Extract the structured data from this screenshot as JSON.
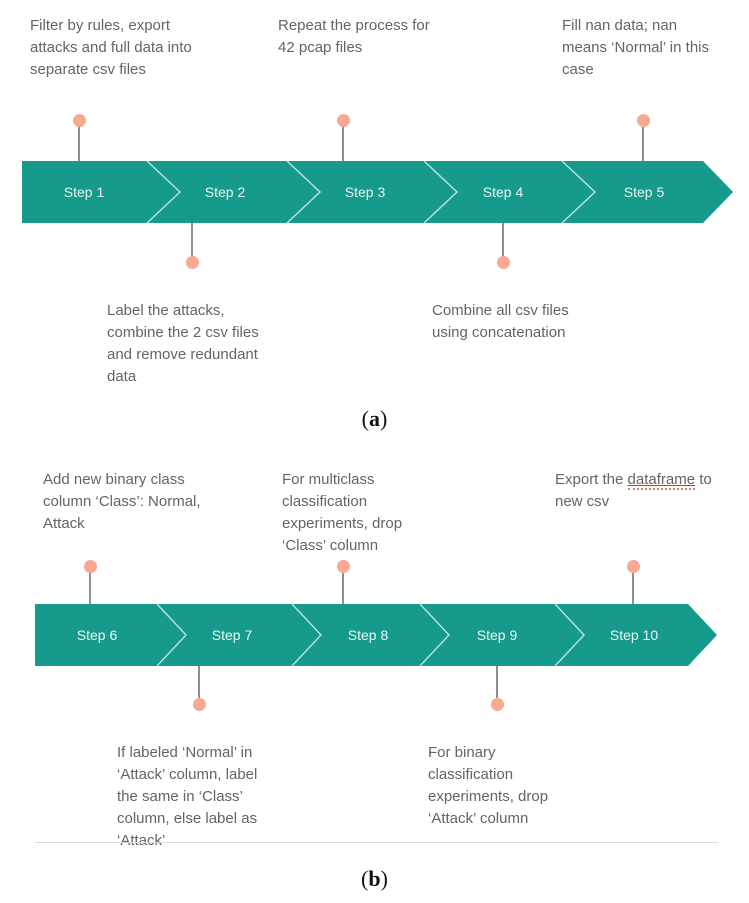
{
  "colors": {
    "arrow": "#169a8c",
    "dot": "#f7a992",
    "stem": "#8f8f8f",
    "note_text": "#646464",
    "step_text": "#e9f6f3",
    "divider": "#dcdcdc",
    "caption": "#141414",
    "misspell": "#e8776a"
  },
  "diagram_a": {
    "steps": [
      {
        "label": "Step 1",
        "note": "Filter by rules, export attacks and full data into separate csv files",
        "note_position": "above"
      },
      {
        "label": "Step 2",
        "note": "Label the attacks, combine the 2 csv files and remove redundant data",
        "note_position": "below"
      },
      {
        "label": "Step 3",
        "note": "Repeat the process for 42 pcap files",
        "note_position": "above"
      },
      {
        "label": "Step 4",
        "note": "Combine all csv files using concatenation",
        "note_position": "below"
      },
      {
        "label": "Step 5",
        "note": "Fill nan data; nan means ‘Normal’ in this case",
        "note_position": "above"
      }
    ]
  },
  "diagram_b": {
    "steps": [
      {
        "label": "Step 6",
        "note": "Add new binary class column ‘Class’: Normal, Attack",
        "note_position": "above"
      },
      {
        "label": "Step 7",
        "note": "If labeled ‘Normal’ in ‘Attack’ column, label the same in ‘Class’ column, else label as ‘Attack’",
        "note_position": "below"
      },
      {
        "label": "Step 8",
        "note": "For multiclass classification experiments, drop ‘Class’ column",
        "note_position": "above"
      },
      {
        "label": "Step 9",
        "note": "For binary classification experiments, drop ‘Attack’ column",
        "note_position": "below"
      },
      {
        "label": "Step 10",
        "note_parts": {
          "pre": "Export the ",
          "word": "dataframe",
          "post": " to new csv"
        },
        "note_position": "above"
      }
    ]
  },
  "captions": {
    "open": "(",
    "a": "a",
    "close": ")",
    "b": "b"
  }
}
